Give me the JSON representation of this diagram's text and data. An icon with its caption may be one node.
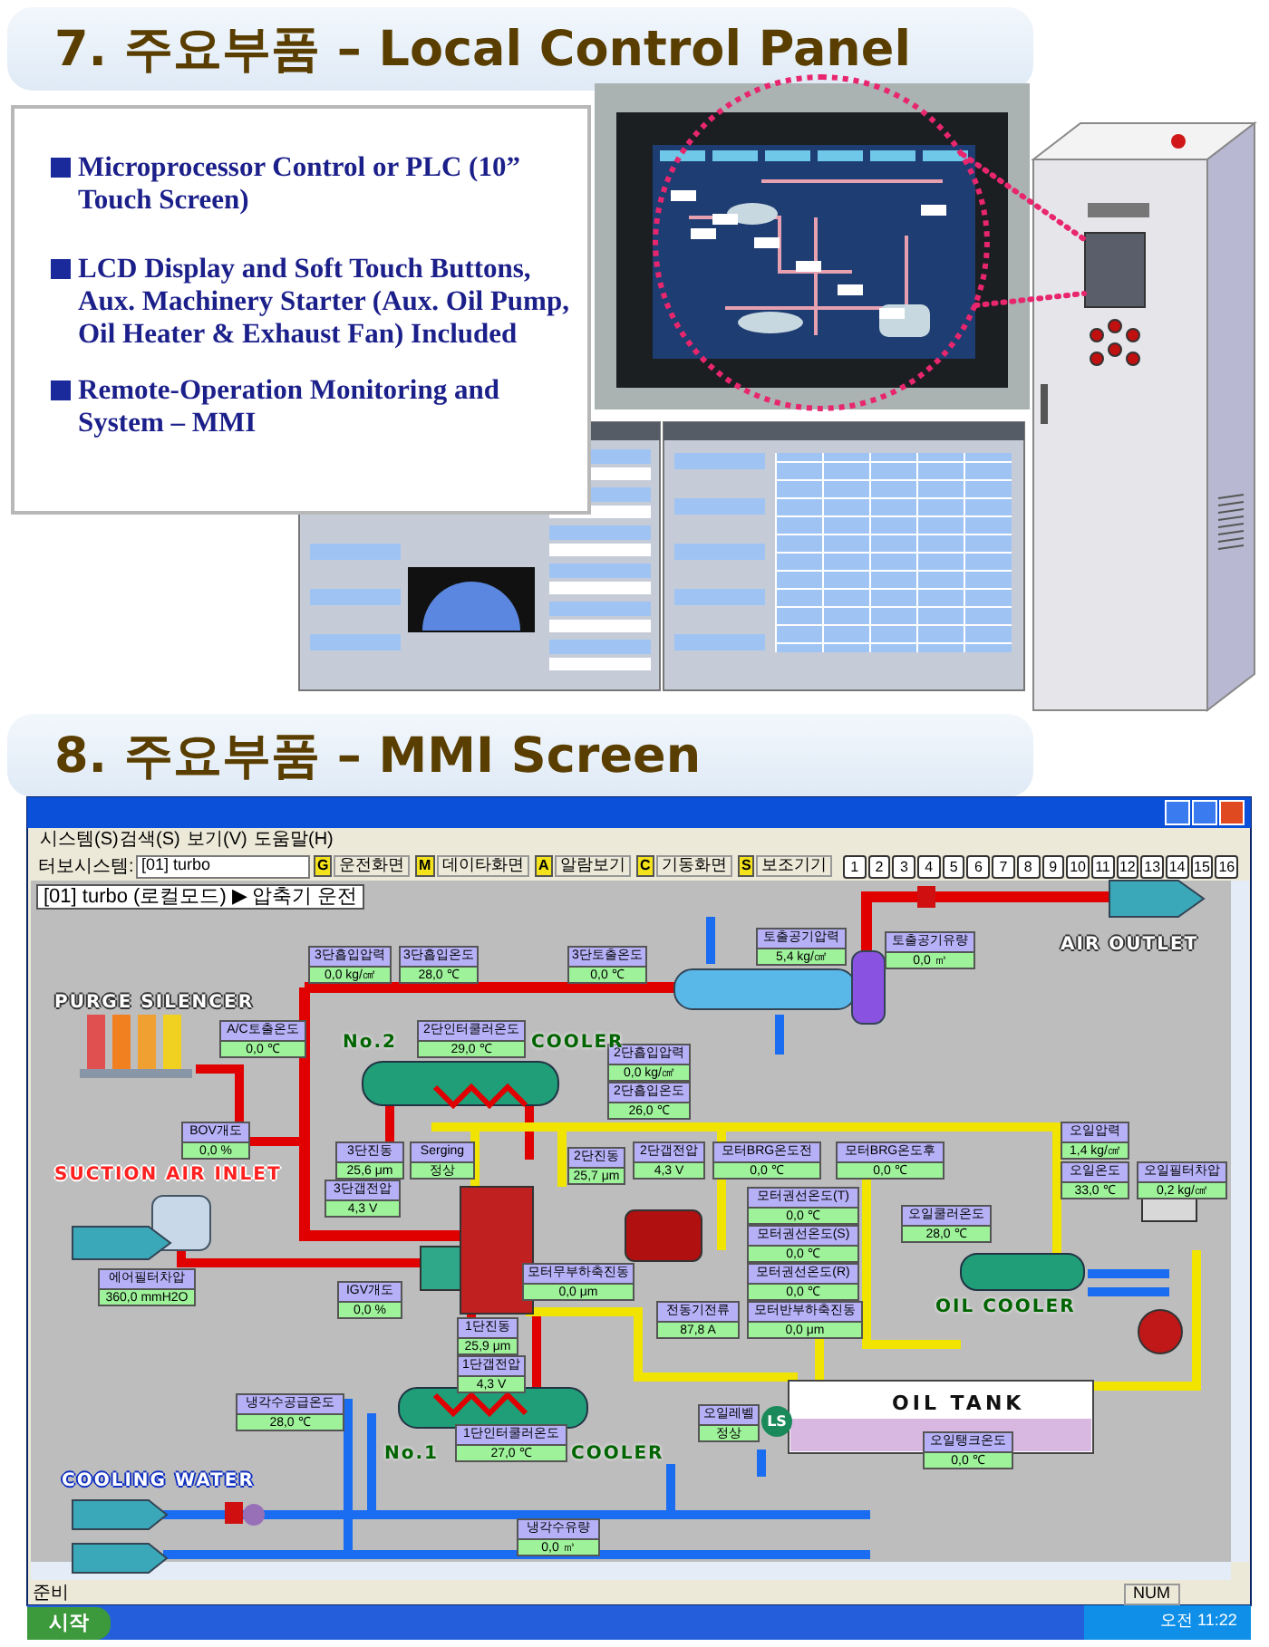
{
  "diagram": {
    "nodes": [
      {
        "text": [
          "Microprocessor Control or PLC (10” Touch Screen)",
          "LCD Display and Soft Touch Buttons, Aux. Machinery Starter (Aux. Oil Pump, Oil Heater & Exhaust Fan) Included",
          "Remote-Operation Monitoring and System – MMI"
        ]
      },
      {
        "text": [],
        "shape": "circle"
      },
      {
        "text": [],
        "shape": "box"
      },
      {
        "text": [
          "3단흡입압력",
          "0,0 kg/㎠"
        ]
      },
      {
        "text": [
          "3단흡입온도",
          "28,0 ℃"
        ]
      },
      {
        "text": [
          "3단토출온도",
          "0,0 ℃"
        ]
      },
      {
        "text": [
          "토출공기압력",
          "5,4 kg/㎠"
        ]
      },
      {
        "text": [
          "토출공기유량",
          "0,0 ㎥"
        ]
      },
      {
        "text": [
          "A/C토출온도",
          "0,0 ℃"
        ]
      },
      {
        "text": [
          "2단인터쿨러온도",
          "29,0 ℃"
        ]
      },
      {
        "text": [
          "2단흡입압력",
          "0,0 kg/㎠"
        ]
      },
      {
        "text": [
          "2단흡입온도",
          "26,0 ℃"
        ]
      },
      {
        "text": [
          "BOV개도",
          "0,0 %"
        ]
      },
      {
        "text": [
          "3단진동",
          "25,6 μm"
        ]
      },
      {
        "text": [
          "Serging",
          "정상"
        ]
      },
      {
        "text": [
          "2단진동",
          "25,7 μm"
        ]
      },
      {
        "text": [
          "2단갭전압",
          "4,3 V"
        ]
      },
      {
        "text": [
          "모터BRG온도전",
          "0,0 ℃"
        ]
      },
      {
        "text": [
          "모터BRG온도후",
          "0,0 ℃"
        ]
      },
      {
        "text": [
          "오일압력",
          "1,4 kg/㎠"
        ]
      },
      {
        "text": [
          "오일온도",
          "33,0 ℃"
        ]
      },
      {
        "text": [
          "오일필터차압",
          "0,2 kg/㎠"
        ]
      },
      {
        "text": [
          "3단갭전압",
          "4,3 V"
        ]
      },
      {
        "text": [
          "모터권선온도(T)",
          "0,0 ℃"
        ]
      },
      {
        "text": [
          "모터권선온도(S)",
          "0,0 ℃"
        ]
      },
      {
        "text": [
          "모터권선온도(R)",
          "0,0 ℃"
        ]
      },
      {
        "text": [
          "오일쿨러온도",
          "28,0 ℃"
        ]
      },
      {
        "text": [
          "모터무부하축진동",
          "0,0 μm"
        ]
      },
      {
        "text": [
          "에어필터차압",
          "360,0 mmH2O"
        ]
      },
      {
        "text": [
          "IGV개도",
          "0,0 %"
        ]
      },
      {
        "text": [
          "전동기전류",
          "87,8 A"
        ]
      },
      {
        "text": [
          "모터반부하축진동",
          "0,0 μm"
        ]
      },
      {
        "text": [
          "1단진동",
          "25,9 μm"
        ]
      },
      {
        "text": [
          "1단갭전압",
          "4,3 V"
        ]
      },
      {
        "text": [
          "냉각수공급온도",
          "28,0 ℃"
        ]
      },
      {
        "text": [
          "1단인터쿨러온도",
          "27,0 ℃"
        ]
      },
      {
        "text": [
          "오일레벨",
          "정상"
        ]
      },
      {
        "text": [
          "오일탱크온도",
          "0,0 ℃"
        ]
      },
      {
        "text": [
          "냉각수유량",
          "0,0 ㎥"
        ]
      }
    ],
    "edges": [
      {
        "from": 1,
        "to": 2,
        "arrow": "none",
        "style": "dashed",
        "color": "#e8266e"
      },
      {
        "from": 1,
        "to": 2,
        "arrow": "none",
        "style": "dashed",
        "color": "#e8266e"
      }
    ],
    "labels": [
      "7. 주요부품 – Local Control Panel",
      "8. 주요부품 – MMI Screen",
      "시스템(S)",
      "검색(S)",
      "보기(V)",
      "도움말(H)",
      "터보시스템:",
      "[01] turbo",
      "G",
      "운전화면",
      "M",
      "데이타화면",
      "A",
      "알람보기",
      "C",
      "기동화면",
      "S",
      "보조기기",
      "1",
      "2",
      "3",
      "4",
      "5",
      "6",
      "7",
      "8",
      "9",
      "10",
      "11",
      "12",
      "13",
      "14",
      "15",
      "16",
      "[01] turbo (로컬모드) ▶ 압축기 운전",
      "AIR OUTLET",
      "PURGE SILENCER",
      "No.2",
      "COOLER",
      "SUCTION AIR INLET",
      "OIL COOLER",
      "OIL TANK",
      "LS",
      "No.1",
      "COOLER",
      "COOLING WATER",
      "준비",
      "NUM",
      "시작",
      "오전 11:22"
    ]
  }
}
